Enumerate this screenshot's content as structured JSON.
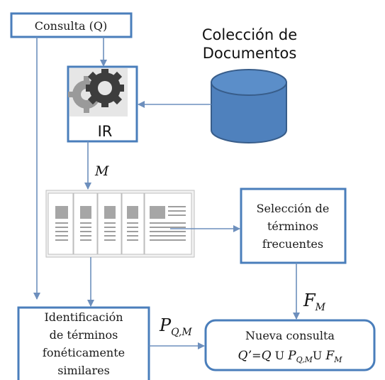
{
  "nodes": {
    "query": "Consulta (Q)",
    "collection_line1": "Colección de",
    "collection_line2": "Documentos",
    "ir": "IR",
    "selection_line1": "Selección de",
    "selection_line2": "términos",
    "selection_line3": "frecuentes",
    "identification_line1": "Identificación",
    "identification_line2": "de términos",
    "identification_line3": "fonéticamente",
    "identification_line4": "similares",
    "new_query_line1": "Nueva consulta"
  },
  "formula": {
    "q_prime": "Q’",
    "eq": "=",
    "q": "Q",
    "union1": " U ",
    "p": "P",
    "p_sub": "Q,M",
    "union2": "U ",
    "f": "F",
    "f_sub": "M"
  },
  "edge_labels": {
    "m": "M",
    "p": "P",
    "p_sub": "Q,M",
    "f": "F",
    "f_sub": "M"
  },
  "colors": {
    "box_border": "#4a7ebb",
    "arrow": "#6d8fbd",
    "cylinder_fill": "#4f81bd",
    "cylinder_stroke": "#385d8a"
  }
}
